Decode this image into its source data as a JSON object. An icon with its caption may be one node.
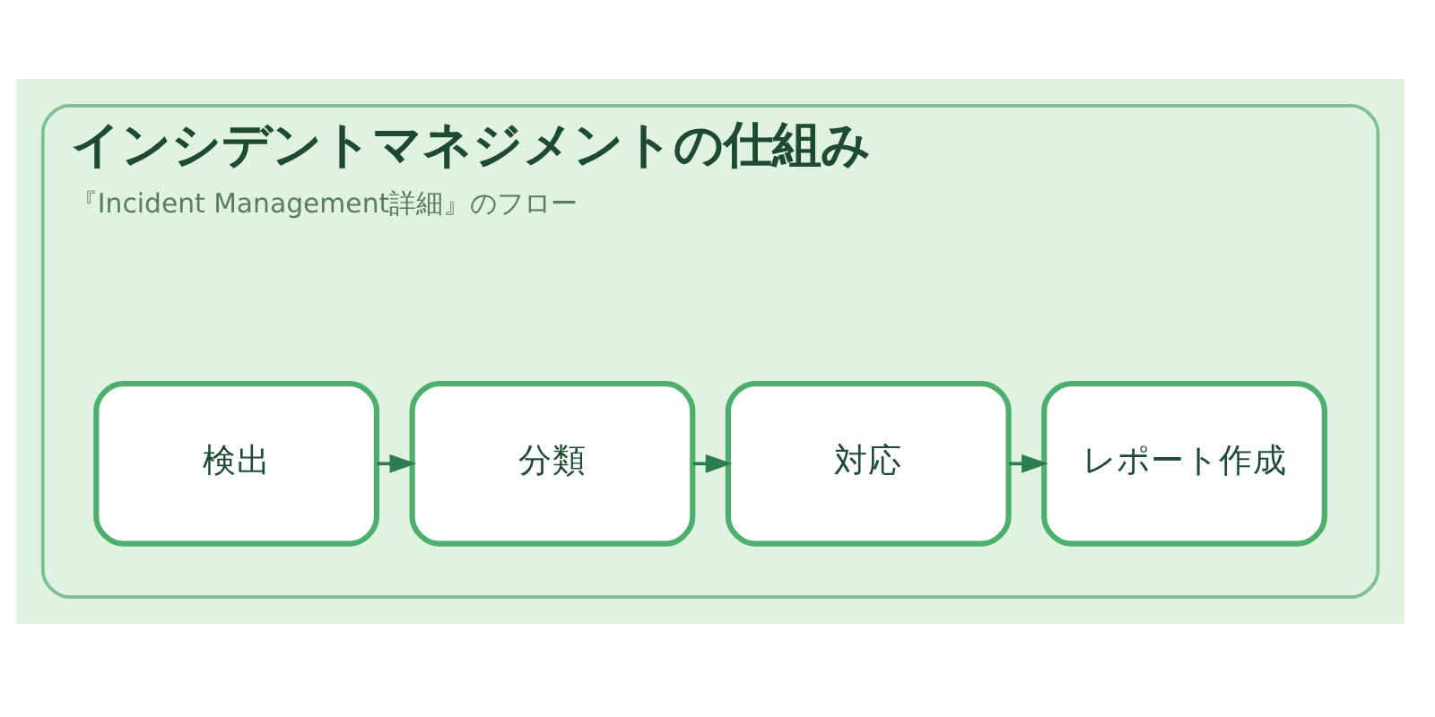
{
  "diagram": {
    "nodes": [
      {
        "text": [
          "インシデントマネジメントの仕組み",
          "『Incident Management詳細』のフロー"
        ]
      },
      {
        "text": [
          "検出"
        ],
        "in": 0
      },
      {
        "text": [
          "分類"
        ],
        "in": 0
      },
      {
        "text": [
          "対応"
        ],
        "in": 0
      },
      {
        "text": [
          "レポート作成"
        ],
        "in": 0
      }
    ],
    "edges": [
      {
        "from": 1,
        "to": 2,
        "arrow": "to"
      },
      {
        "from": 2,
        "to": 3,
        "arrow": "to"
      },
      {
        "from": 3,
        "to": 4,
        "arrow": "to"
      }
    ]
  }
}
